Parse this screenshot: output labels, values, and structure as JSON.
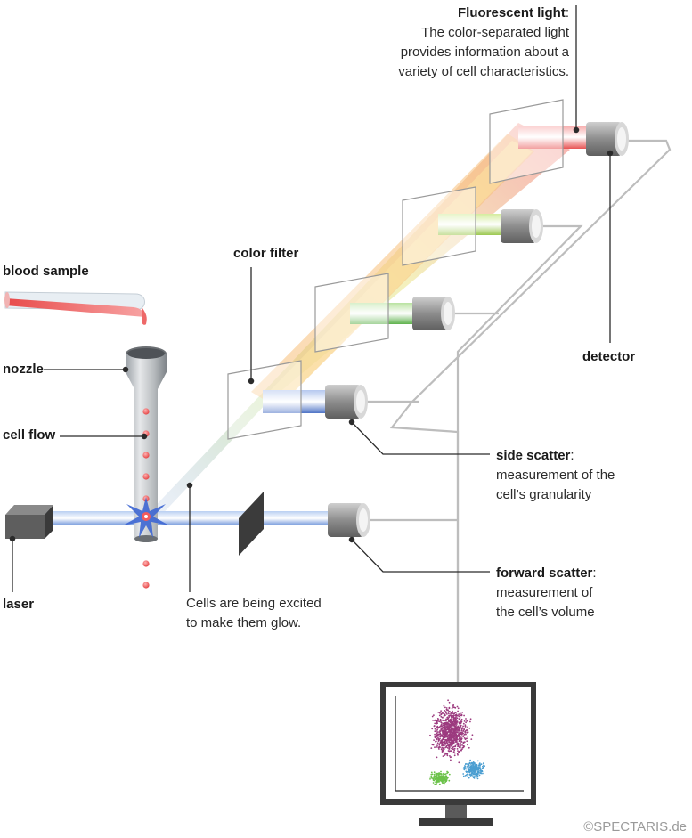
{
  "labels": {
    "fluorescent_title": "Fluorescent light",
    "fluorescent_colon": ":",
    "fluorescent_line1": "The color-separated light",
    "fluorescent_line2": "provides information about a",
    "fluorescent_line3": "variety of cell characteristics.",
    "blood_sample": "blood sample",
    "color_filter": "color filter",
    "nozzle": "nozzle",
    "cell_flow": "cell flow",
    "detector": "detector",
    "side_scatter_title": "side scatter",
    "side_scatter_colon": ":",
    "side_scatter_line1": "measurement of the",
    "side_scatter_line2": "cell’s granularity",
    "forward_scatter_title": "forward scatter",
    "forward_scatter_colon": ":",
    "forward_scatter_line1": "measurement of",
    "forward_scatter_line2": "the cell’s volume",
    "laser": "laser",
    "excite_line1": "Cells are being excited",
    "excite_line2": "to make them glow."
  },
  "copyright": "©SPECTARIS.de",
  "colors": {
    "red_beam": "#f26b6b",
    "green_beam": "#a8d26a",
    "yellow_beam": "#e8e27a",
    "blue_beam": "#6b8fd6",
    "laser_beam": "#7fa6e8",
    "cluster_purple": "#9c3a7f",
    "cluster_green": "#6cc24a",
    "cluster_blue": "#4a9ed1",
    "detector_gray": "#8a8a8a",
    "line_gray": "#bdbdbd"
  },
  "icons": [
    "detector-icon",
    "laser-icon",
    "nozzle-icon",
    "test-tube-icon",
    "monitor-icon",
    "filter-icon"
  ]
}
